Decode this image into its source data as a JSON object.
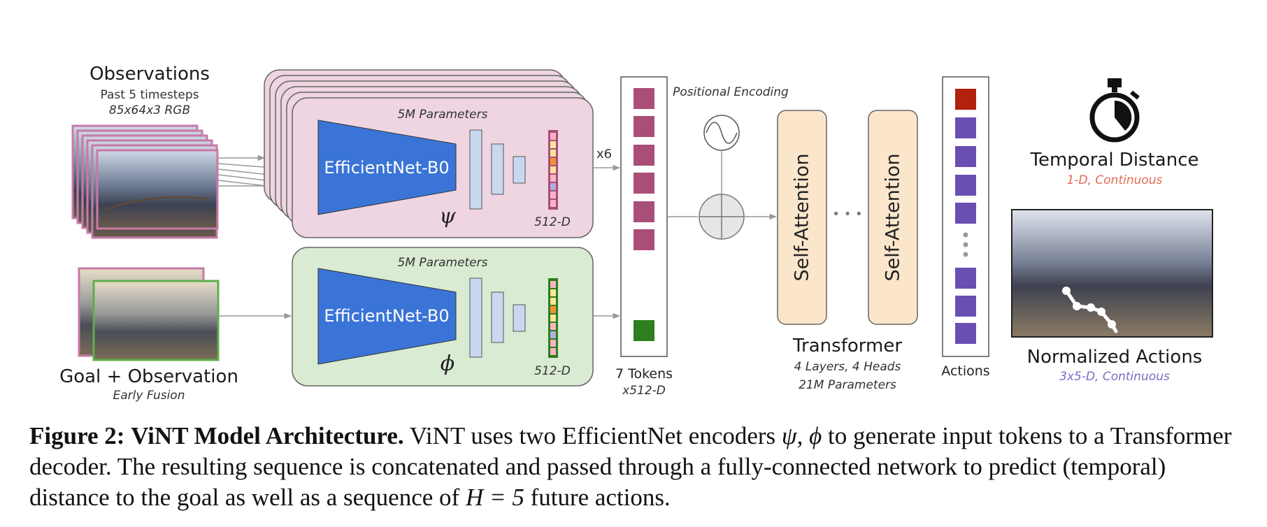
{
  "observations": {
    "title": "Observations",
    "subtitle": "Past 5 timesteps",
    "spec": "85x64x3 RGB"
  },
  "goal": {
    "title": "Goal + Observation",
    "subtitle": "Early Fusion"
  },
  "obs_encoder": {
    "params": "5M Parameters",
    "name": "EfficientNet-B0",
    "symbol": "ψ",
    "dim": "512-D",
    "repeat": "x6"
  },
  "goal_encoder": {
    "params": "5M Parameters",
    "name": "EfficientNet-B0",
    "symbol": "ϕ",
    "dim": "512-D"
  },
  "tokens": {
    "label": "7 Tokens",
    "dim": "x512-D"
  },
  "positional_encoding": "Positional Encoding",
  "transformer": {
    "block1": "Self-Attention",
    "block2": "Self-Attention",
    "ellipsis": "• • •",
    "title": "Transformer",
    "detail1": "4 Layers, 4 Heads",
    "detail2": "21M Parameters"
  },
  "actions_label": "Actions",
  "outputs": {
    "temporal_title": "Temporal Distance",
    "temporal_sub": "1-D, Continuous",
    "actions_title": "Normalized Actions",
    "actions_sub": "3x5-D, Continuous"
  },
  "colors": {
    "obs_panel": "#eed5e1",
    "goal_panel": "#d9ebd3",
    "encoder_blue": "#3a74d6",
    "token_pink": "#a94e77",
    "token_green": "#2e7d1f",
    "action_red": "#b3200e",
    "action_purple": "#6a4fb2",
    "attention_fill": "#fbe6cc",
    "temporal_sub": "#e36a52",
    "actions_sub": "#7e6bc2"
  },
  "caption": {
    "fig_label": "Figure 2:",
    "fig_title": "ViNT Model Architecture.",
    "text1": "ViNT uses two EfficientNet encoders",
    "math1": "ψ, ϕ",
    "text2": "to generate input tokens to a Transformer decoder. The resulting sequence is concatenated and passed through a fully-connected network to predict (temporal) distance to the goal as well as a sequence of",
    "math2": "H = 5",
    "text3": "future actions."
  }
}
